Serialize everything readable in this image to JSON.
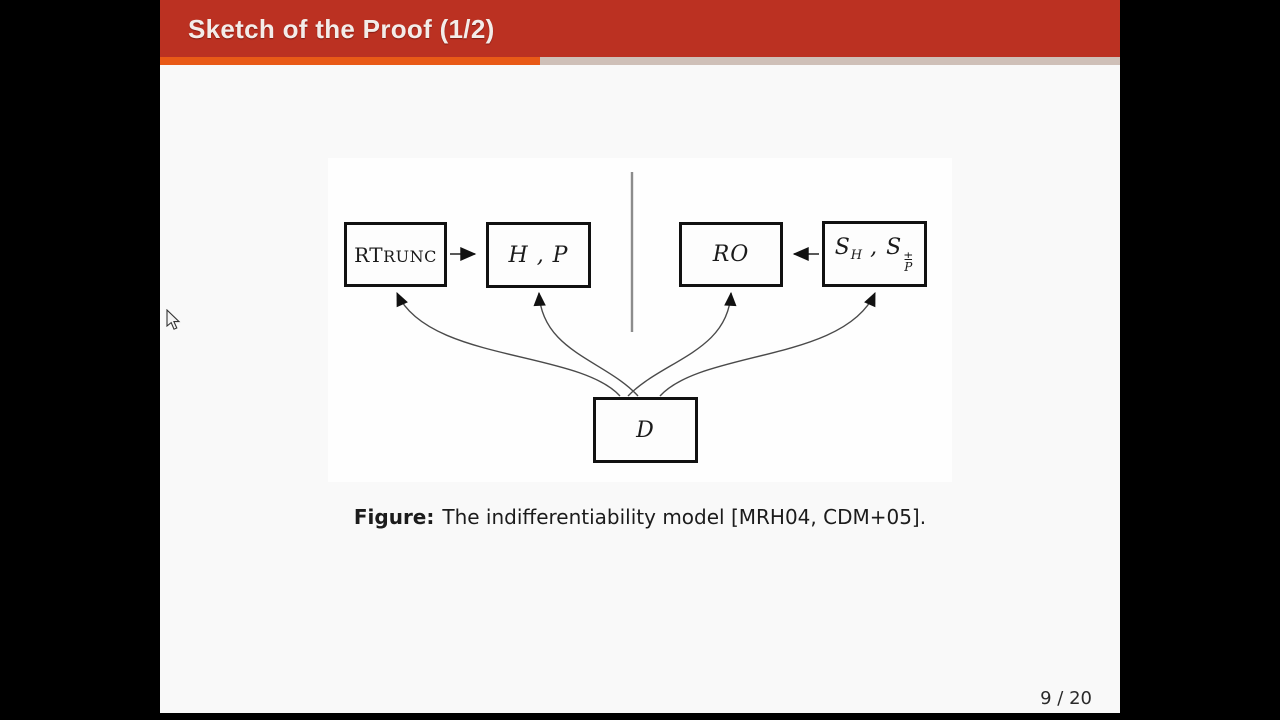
{
  "slide": {
    "title": "Sketch of the Proof (1/2)",
    "page_number": "9 / 20",
    "caption": {
      "label": "Figure:",
      "text": "The indifferentiability model [MRH04, CDM+05]."
    }
  },
  "diagram": {
    "boxes": {
      "rtrunc": {
        "big": "RT",
        "small": "RUNC"
      },
      "hp": "H , P",
      "ro": "RO",
      "sim": {
        "s1": "S",
        "sub1": "H",
        "comma": " , ",
        "s2": "S",
        "sup2": "±",
        "sub2": "P"
      },
      "d": "D"
    }
  },
  "colors": {
    "header_red": "#bb3122",
    "accent_orange": "#e95a17",
    "accent_tan": "#cfc0b8",
    "slide_bg": "#f9f9f9"
  }
}
